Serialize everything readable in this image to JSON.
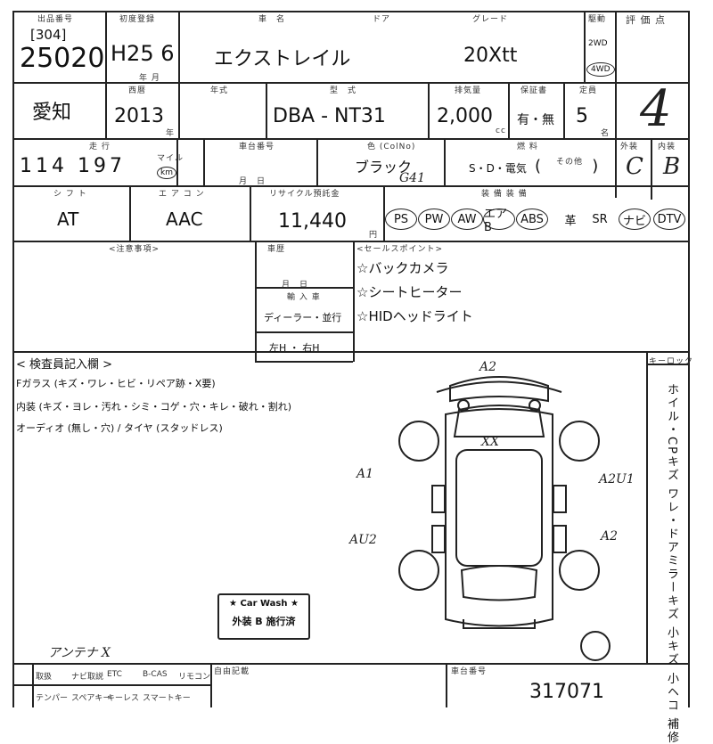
{
  "header": {
    "lot_label": "出品番号",
    "year_label": "初度登録",
    "name_label": "車　名",
    "door_label": "ドア",
    "grade_label": "グレード",
    "drive_label": "駆動",
    "score_label": "評 価 点",
    "region_label": "西暦",
    "type_label": "型　式",
    "displacement_label": "排気量",
    "warranty_label": "保証書",
    "capacity_label": "定員",
    "mileage_label": "走 行",
    "color_label": "色 (ColNo)",
    "fuel_label": "燃 料",
    "exterior_label": "外装",
    "interior_label": "内装",
    "shift_label": "シ フ ト",
    "ac_label": "エ ア コ ン",
    "recycle_label": "リサイクル預託金",
    "equip_label": "装 備 装 備",
    "sales_label": "<セールスポイント>",
    "notes_label": "<注意事項>",
    "check_label": "< 検査員記入欄 >",
    "keyless_label": "キーロック",
    "import_label": "輸 入 車",
    "model_year_label": "年式",
    "model_number_label": "車台番号"
  },
  "vehicle": {
    "lot_prefix": "[304]",
    "lot_number": "25020",
    "first_reg": "H25 6",
    "first_reg_unit": "年 月",
    "name": "エクストレイル",
    "grade": "20Xtt",
    "drive_2wd": "2WD",
    "drive_4wd": "4WD",
    "score": "4",
    "prefecture": "愛知",
    "year": "2013",
    "year_unit": "年",
    "model_code": "DBA - NT31",
    "displacement": "2,000",
    "displacement_unit": "cc",
    "warranty": "有・無",
    "capacity": "5",
    "capacity_unit": "名",
    "mileage": "114 197",
    "mileage_unit": "km",
    "mileage_miles": "マイル",
    "color": "ブラック",
    "color_code": "G41",
    "fuel": "S・D・電気",
    "fuel_other": "その他",
    "exterior_grade": "C",
    "interior_grade": "B",
    "shift": "AT",
    "ac": "AAC",
    "recycle": "11,440",
    "recycle_unit": "円",
    "chassis_number": "317071",
    "history_label": "車歴",
    "import_dealer": "ディーラー・並行",
    "steering": "左H ・ 右H",
    "month_label": "月　日"
  },
  "equipment": [
    "PS",
    "PW",
    "AW",
    "エアB",
    "ABS",
    "革",
    "SR",
    "ナビ",
    "DTV"
  ],
  "sales_points": [
    "☆バックカメラ",
    "☆シートヒーター",
    "☆HIDヘッドライト"
  ],
  "inspection": {
    "line1": "Fガラス (キズ・ワレ・ヒビ・リペア跡・X要)",
    "line2": "内装 (キズ・ヨレ・汚れ・シミ・コゲ・穴・キレ・破れ・割れ)",
    "line3": "オーディオ (無し・穴) / タイヤ (スタッドレス)"
  },
  "car_wash": {
    "title": "★ Car Wash ★",
    "text": "外装 B 施行済"
  },
  "damage_marks": {
    "front": "A2",
    "roof": "XX",
    "left_front": "A1",
    "right_front": "A2U1",
    "left_rear": "AU2",
    "right_rear": "A2",
    "antenna_note": "アンテナ X"
  },
  "side_note": "ホイル・CPキズ ワレ・ドアミラーキズ 小キズ 小ヘコ 補修",
  "bottom_options": {
    "row1": [
      "取扱",
      "ナビ取説",
      "ETC",
      "B-CAS",
      "リモコン"
    ],
    "row2": [
      "テンパー",
      "スペアキー",
      "キーレス",
      "スマートキー"
    ],
    "other_label": "自由記載"
  }
}
